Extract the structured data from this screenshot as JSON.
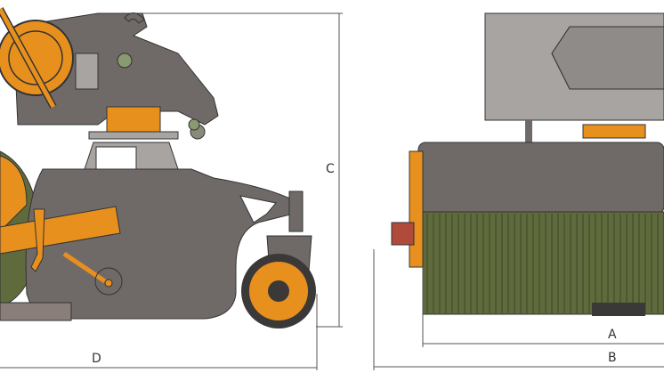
{
  "labels": {
    "a": "A",
    "b": "B",
    "c": "C",
    "d": "D"
  },
  "colors": {
    "body": "#6f6a68",
    "orange": "#e8901e",
    "dark": "#3b3838",
    "bristle": "#5f6b3c",
    "light": "#a8a4a2",
    "line": "#555555"
  }
}
